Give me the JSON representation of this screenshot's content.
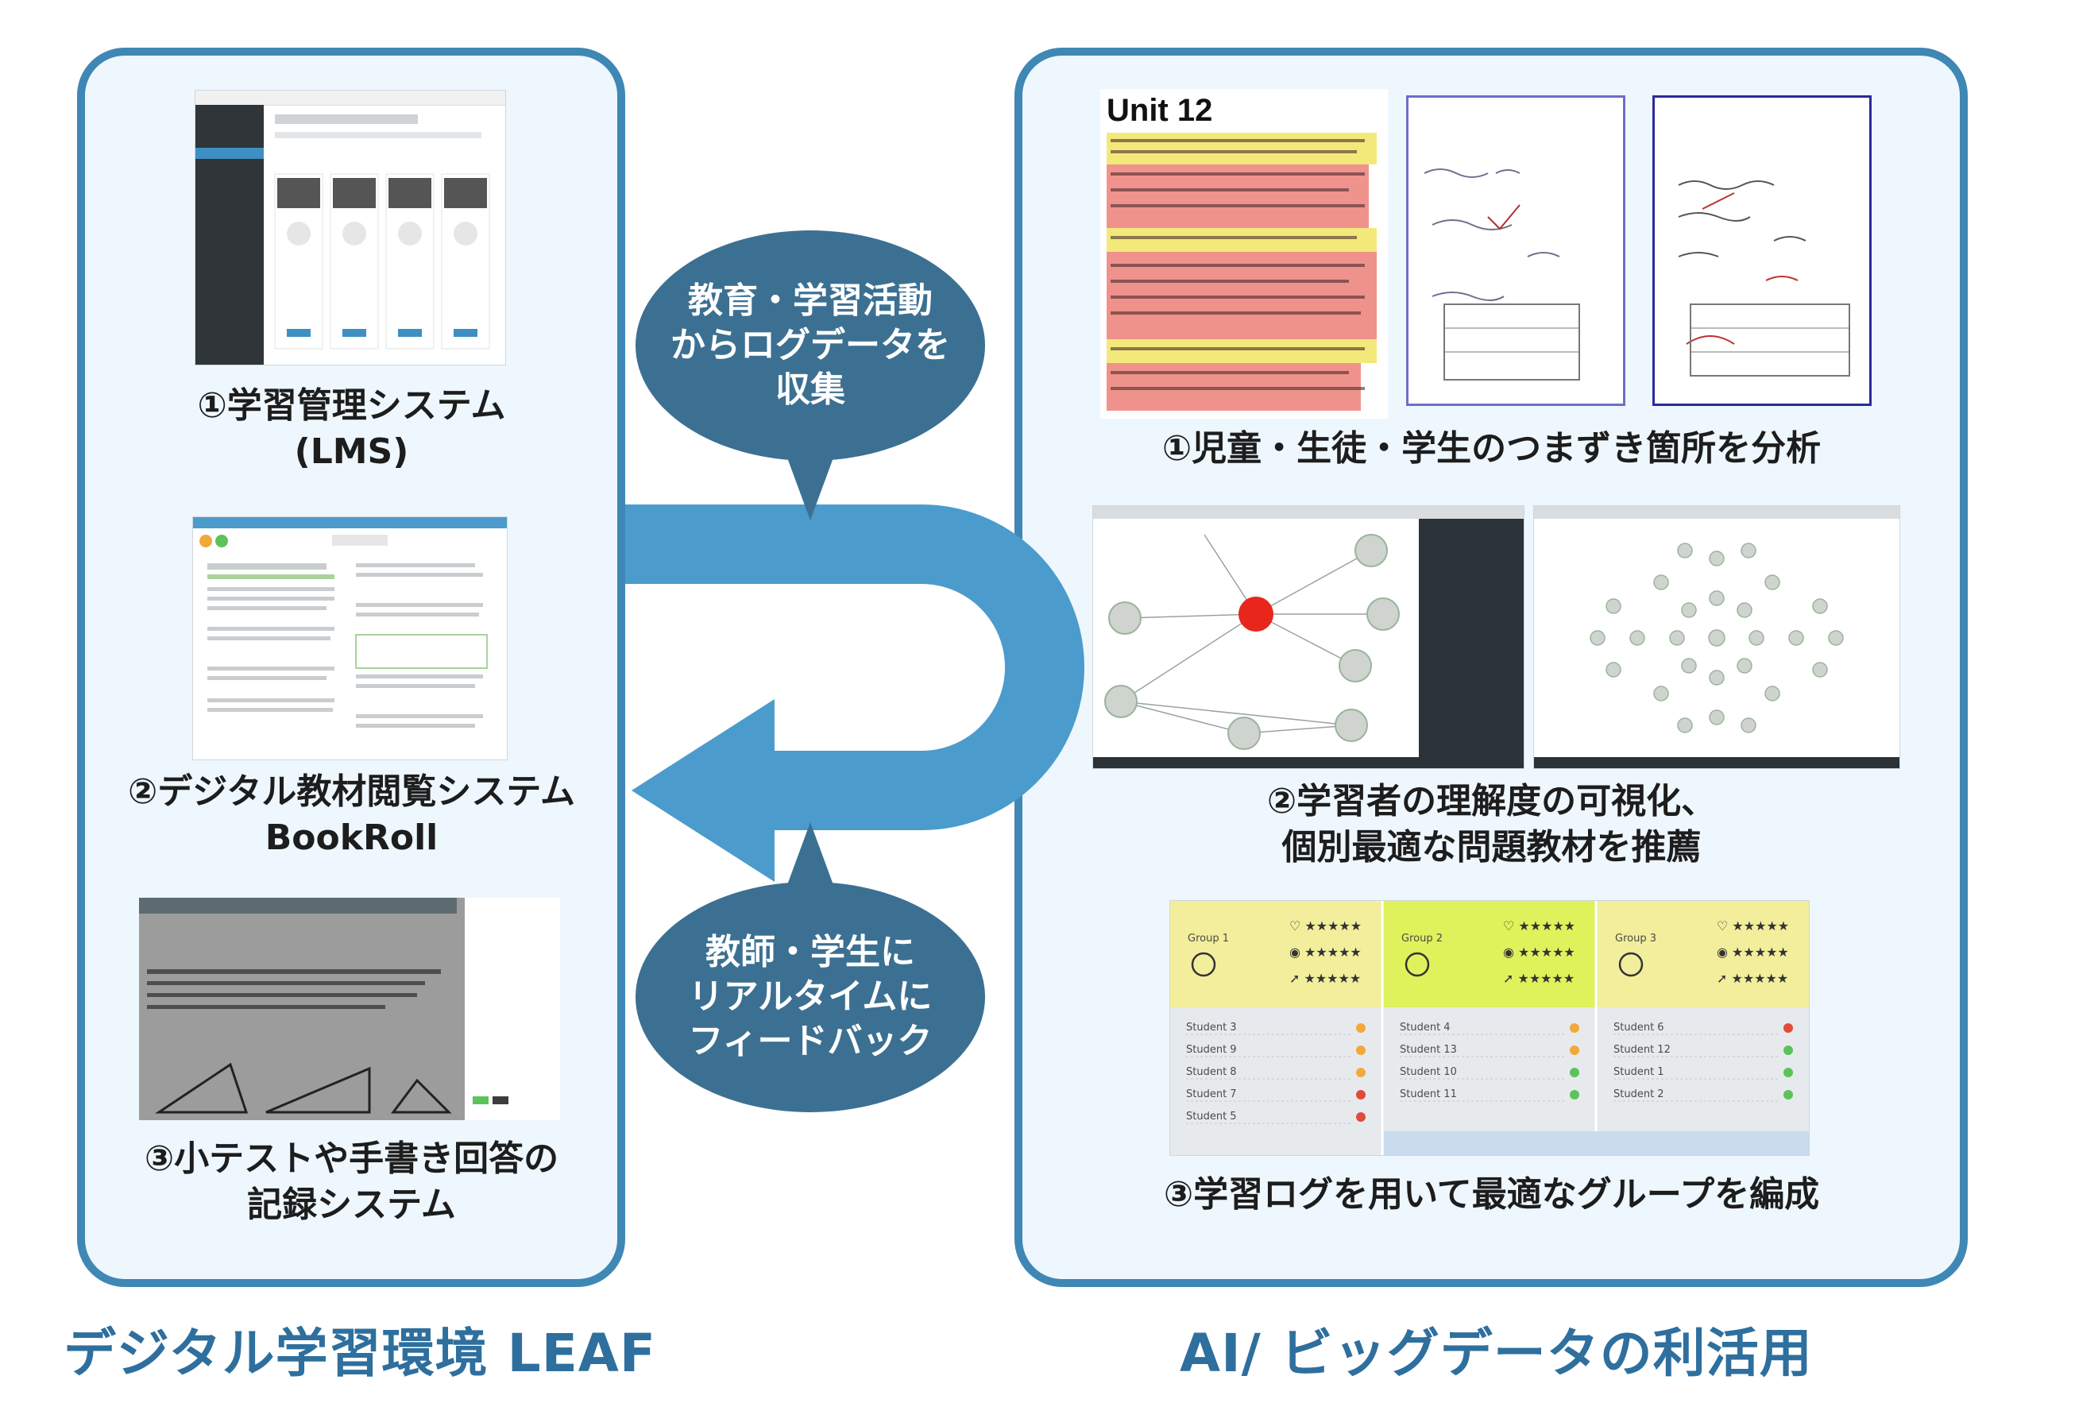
{
  "left": {
    "items": [
      {
        "label_lines": [
          "①学習管理システム",
          "(LMS)"
        ]
      },
      {
        "label_lines": [
          "②デジタル教材閲覧システム",
          "BookRoll"
        ]
      },
      {
        "label_lines": [
          "③小テストや手書き回答の",
          "記録システム"
        ]
      }
    ],
    "footer": "デジタル学習環境 LEAF"
  },
  "right": {
    "items": [
      {
        "label_lines": [
          "①児童・生徒・学生のつまずき箇所を分析"
        ]
      },
      {
        "label_lines": [
          "②学習者の理解度の可視化、",
          "個別最適な問題教材を推薦"
        ]
      },
      {
        "label_lines": [
          "③学習ログを用いて最適なグループを編成"
        ]
      }
    ],
    "footer": "AI/ ビッグデータの利活用"
  },
  "bubbles": {
    "top_lines": [
      "教育・学習活動",
      "からログデータを",
      "収集"
    ],
    "bottom_lines": [
      "教師・学生に",
      "リアルタイムに",
      "フィードバック"
    ]
  },
  "thumbnails": {
    "unit_title": "Unit 12",
    "groups": [
      {
        "name": "Group 1",
        "students": [
          "Student 3",
          "Student 9",
          "Student 8",
          "Student 7",
          "Student 5"
        ],
        "status": [
          "#f2a93b",
          "#f2a93b",
          "#f2a93b",
          "#e14b3b",
          "#e14b3b"
        ],
        "header_color": "#f2ee9c"
      },
      {
        "name": "Group 2",
        "students": [
          "Student 4",
          "Student 13",
          "Student 10",
          "Student 11"
        ],
        "status": [
          "#f2a93b",
          "#f2a93b",
          "#5cc35a",
          "#5cc35a"
        ],
        "header_color": "#dff25c"
      },
      {
        "name": "Group 3",
        "students": [
          "Student 6",
          "Student 12",
          "Student 1",
          "Student 2"
        ],
        "status": [
          "#e14b3b",
          "#5cc35a",
          "#5cc35a",
          "#5cc35a"
        ],
        "header_color": "#f2ee9c"
      }
    ]
  },
  "colors": {
    "panel_border": "#3f87b4",
    "panel_fill": "#eef7fd",
    "arrow": "#4b9ccc",
    "bubble": "#3c7092",
    "footer_text": "#2e6f9e"
  }
}
